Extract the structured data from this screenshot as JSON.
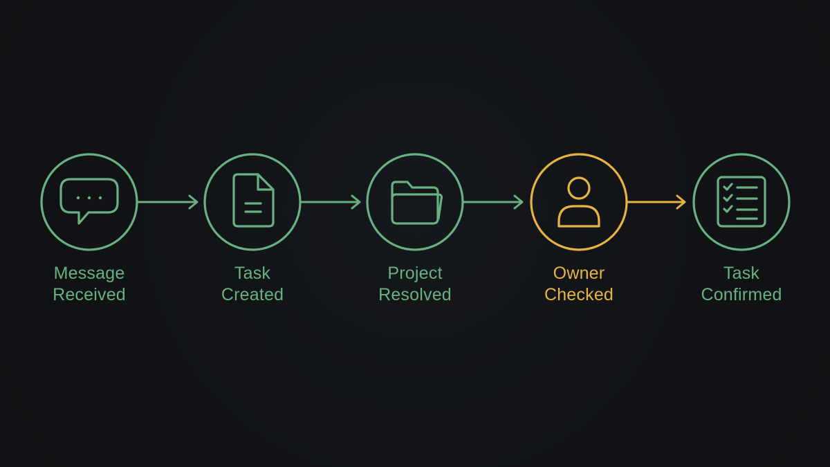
{
  "colors": {
    "background": "#111316",
    "green": "#69b083",
    "amber": "#e7b443"
  },
  "steps": [
    {
      "line1": "Message",
      "line2": "Received",
      "icon": "chat-bubble-icon",
      "color": "#69b083"
    },
    {
      "line1": "Task",
      "line2": "Created",
      "icon": "document-icon",
      "color": "#69b083"
    },
    {
      "line1": "Project",
      "line2": "Resolved",
      "icon": "folder-icon",
      "color": "#69b083"
    },
    {
      "line1": "Owner",
      "line2": "Checked",
      "icon": "person-icon",
      "color": "#e7b443"
    },
    {
      "line1": "Task",
      "line2": "Confirmed",
      "icon": "checklist-icon",
      "color": "#69b083"
    }
  ],
  "connectors": [
    {
      "from": "Message Received",
      "to": "Task Created",
      "color": "#69b083"
    },
    {
      "from": "Task Created",
      "to": "Project Resolved",
      "color": "#69b083"
    },
    {
      "from": "Project Resolved",
      "to": "Owner Checked",
      "color": "#69b083"
    },
    {
      "from": "Owner Checked",
      "to": "Task Confirmed",
      "color": "#e7b443"
    }
  ]
}
